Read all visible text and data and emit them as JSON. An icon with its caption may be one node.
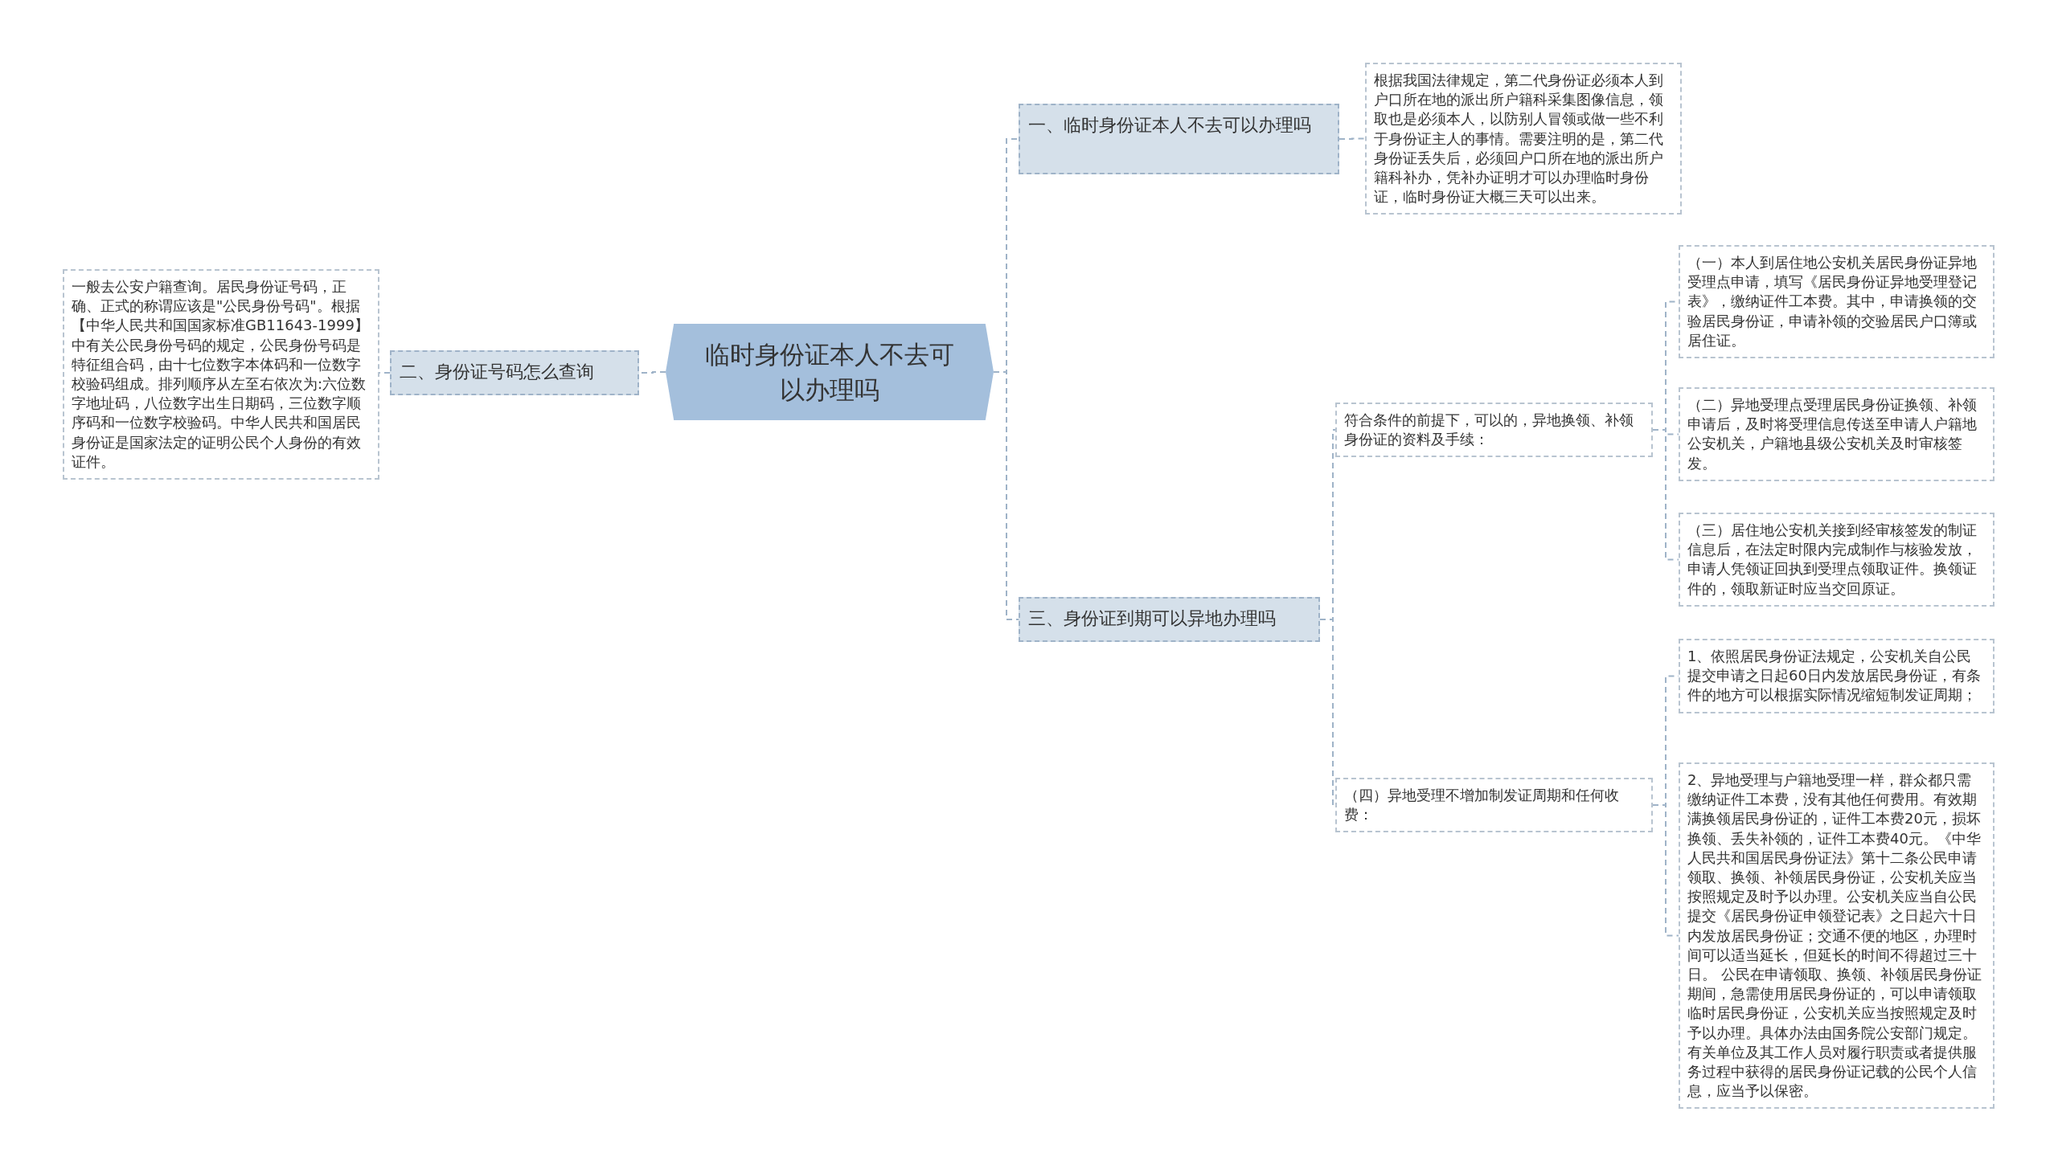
{
  "diagram": {
    "nodes": [
      {
        "text": [
          "临时身份证本人不去可以办理吗"
        ]
      },
      {
        "text": [
          "一、临时身份证本人不去可以办理吗"
        ]
      },
      {
        "text": [
          "根据我国法律规定，第二代身份证必须本人到户口所在地的派出所户籍科采集图像信息，领取也是必须本人，以防别人冒领或做一些不利于身份证主人的事情。需要注明的是，第二代身份证丢失后，必须回户口所在地的派出所户籍科补办，凭补办证明才可以办理临时身份证，临时身份证大概三天可以出来。"
        ]
      },
      {
        "text": [
          "二、身份证号码怎么查询"
        ]
      },
      {
        "text": [
          "一般去公安户籍查询。居民身份证号码，正确、正式的称谓应该是\"公民身份号码\"。根据【中华人民共和国国家标准GB11643-1999】中有关公民身份号码的规定，公民身份号码是特征组合码，由十七位数字本体码和一位数字校验码组成。排列顺序从左至右依次为:六位数字地址码，八位数字出生日期码，三位数字顺序码和一位数字校验码。中华人民共和国居民身份证是国家法定的证明公民个人身份的有效证件。"
        ]
      },
      {
        "text": [
          "三、身份证到期可以异地办理吗"
        ]
      },
      {
        "text": [
          "符合条件的前提下，可以的，异地换领、补领身份证的资料及手续："
        ]
      },
      {
        "text": [
          "（一）本人到居住地公安机关居民身份证异地受理点申请，填写《居民身份证异地受理登记表》，缴纳证件工本费。其中，申请换领的交验居民身份证，申请补领的交验居民户口簿或居住证。"
        ]
      },
      {
        "text": [
          "（二）异地受理点受理居民身份证换领、补领申请后，及时将受理信息传送至申请人户籍地公安机关，户籍地县级公安机关及时审核签发。"
        ]
      },
      {
        "text": [
          "（三）居住地公安机关接到经审核签发的制证信息后，在法定时限内完成制作与核验发放，申请人凭领证回执到受理点领取证件。换领证件的，领取新证时应当交回原证。"
        ]
      },
      {
        "text": [
          "（四）异地受理不增加制发证周期和任何收费："
        ]
      },
      {
        "text": [
          "1、依照居民身份证法规定，公安机关自公民提交申请之日起60日内发放居民身份证，有条件的地方可以根据实际情况缩短制发证周期；"
        ]
      },
      {
        "text": [
          "2、异地受理与户籍地受理一样，群众都只需缴纳证件工本费，没有其他任何费用。有效期满换领居民身份证的，证件工本费20元，损坏换领、丢失补领的，证件工本费40元。《中华人民共和国居民身份证法》第十二条公民申请领取、换领、补领居民身份证，公安机关应当按照规定及时予以办理。公安机关应当自公民提交《居民身份证申领登记表》之日起六十日内发放居民身份证；交通不便的地区，办理时间可以适当延长，但延长的时间不得超过三十日。 公民在申请领取、换领、补领居民身份证期间，急需使用居民身份证的，可以申请领取临时居民身份证，公安机关应当按照规定及时予以办理。具体办法由国务院公安部门规定。有关单位及其工作人员对履行职责或者提供服务过程中获得的居民身份证记载的公民个人信息，应当予以保密。"
        ]
      }
    ],
    "edges": [
      {
        "from": 0,
        "to": 1,
        "arrow": "none",
        "style": "dashed"
      },
      {
        "from": 0,
        "to": 3,
        "arrow": "none",
        "style": "dashed"
      },
      {
        "from": 0,
        "to": 5,
        "arrow": "none",
        "style": "dashed"
      },
      {
        "from": 1,
        "to": 2,
        "arrow": "none",
        "style": "dashed"
      },
      {
        "from": 3,
        "to": 4,
        "arrow": "none",
        "style": "dashed"
      },
      {
        "from": 5,
        "to": 6,
        "arrow": "none",
        "style": "dashed"
      },
      {
        "from": 5,
        "to": 10,
        "arrow": "none",
        "style": "dashed"
      },
      {
        "from": 6,
        "to": 7,
        "arrow": "none",
        "style": "dashed"
      },
      {
        "from": 6,
        "to": 8,
        "arrow": "none",
        "style": "dashed"
      },
      {
        "from": 6,
        "to": 9,
        "arrow": "none",
        "style": "dashed"
      },
      {
        "from": 10,
        "to": 11,
        "arrow": "none",
        "style": "dashed"
      },
      {
        "from": 10,
        "to": 12,
        "arrow": "none",
        "style": "dashed"
      }
    ]
  }
}
